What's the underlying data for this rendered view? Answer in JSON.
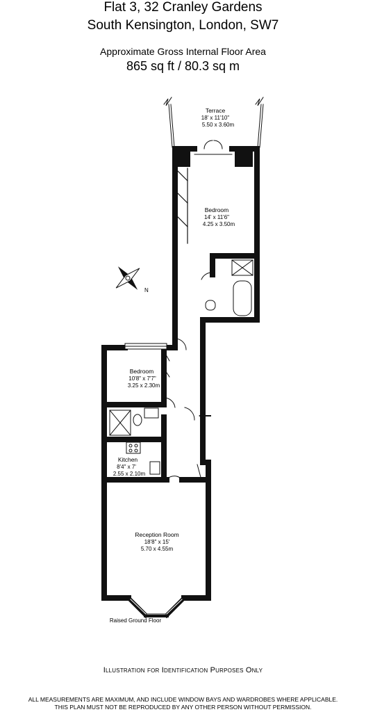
{
  "header": {
    "address_line1": "Flat 3, 32 Cranley Gardens",
    "address_line2": "South Kensington, London, SW7",
    "area_label": "Approximate Gross Internal Floor Area",
    "area_value": "865 sq ft  / 80.3 sq m"
  },
  "rooms": {
    "terrace": {
      "name": "Terrace",
      "imperial": "18' x 11'10\"",
      "metric": "5.50 x 3.60m"
    },
    "bedroom1": {
      "name": "Bedroom",
      "imperial": "14' x 11'6\"",
      "metric": "4.25 x 3.50m"
    },
    "bedroom2": {
      "name": "Bedroom",
      "imperial": "10'8\" x 7'7\"",
      "metric": "3.25 x 2.30m"
    },
    "kitchen": {
      "name": "Kitchen",
      "imperial": "8'4\" x 7'",
      "metric": "2.55 x 2.10m"
    },
    "reception": {
      "name": "Reception Room",
      "imperial": "18'8\" x 15'",
      "metric": "5.70 x 4.55m"
    }
  },
  "floor_label": "Raised Ground Floor",
  "footer": {
    "disclaimer_heading": "Illustration for Identification Purposes Only",
    "line1": "ALL MEASUREMENTS ARE MAXIMUM, AND INCLUDE WINDOW BAYS AND WARDROBES WHERE APPLICABLE.",
    "line2": "THIS PLAN MUST NOT BE REPRODUCED BY ANY OTHER PERSON WITHOUT PERMISSION."
  },
  "icons": {
    "compass": "compass-icon",
    "entrance": "entrance-arrow-icon"
  },
  "colors": {
    "wall": "#111111",
    "background": "#ffffff"
  }
}
